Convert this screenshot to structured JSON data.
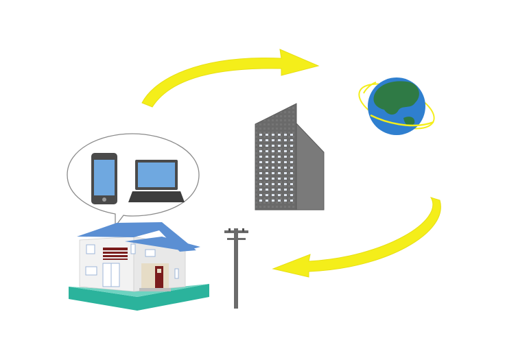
{
  "diagram": {
    "nodes": [
      {
        "id": "home",
        "icon": "house-icon"
      },
      {
        "id": "devices",
        "icon": "speech-bubble-icon",
        "items": [
          "smartphone-icon",
          "laptop-icon"
        ]
      },
      {
        "id": "utility-pole",
        "icon": "utility-pole-icon"
      },
      {
        "id": "data-center",
        "icon": "office-building-icon"
      },
      {
        "id": "internet",
        "icon": "globe-icon"
      }
    ],
    "flows": [
      {
        "from": "home",
        "to": "internet",
        "icon": "arrow-right-icon"
      },
      {
        "from": "internet",
        "to": "home",
        "icon": "arrow-left-icon"
      }
    ]
  },
  "colors": {
    "arrow": "#f4ee1a",
    "roof": "#5b8fd3",
    "base": "#2bb39c",
    "building": "#6e6e6e",
    "ocean": "#2f7fcf",
    "land": "#2f7a45",
    "device_screen": "#6fa8e0",
    "door": "#7a1c1c"
  }
}
